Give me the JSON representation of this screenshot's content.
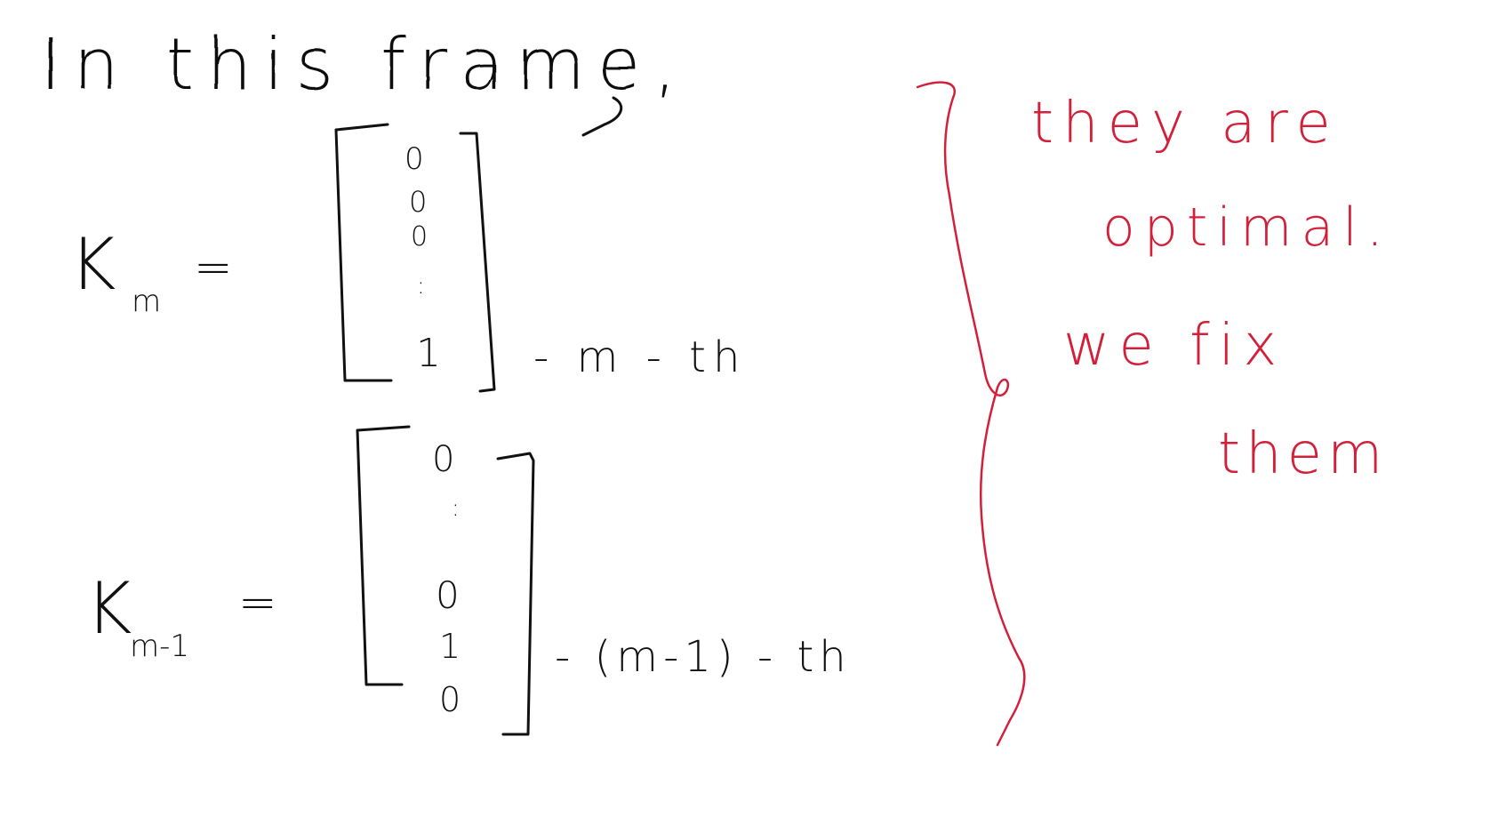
{
  "ink": {
    "black": "#111111",
    "red": "#d3203a"
  },
  "heading": "In this frame,",
  "eq1": {
    "lhs_letter": "K",
    "lhs_sub": "m",
    "equals": "=",
    "entries": [
      "0",
      "0",
      "0",
      ":",
      "1"
    ],
    "annotation": "- m - th"
  },
  "eq2": {
    "lhs_letter": "K",
    "lhs_sub": "m-1",
    "equals": "=",
    "entries": [
      "0",
      ":",
      "0",
      "1",
      "0"
    ],
    "annotation": "- (m-1) - th"
  },
  "note": {
    "lines": [
      "they are",
      "optimal.",
      "we fix",
      "them"
    ]
  }
}
